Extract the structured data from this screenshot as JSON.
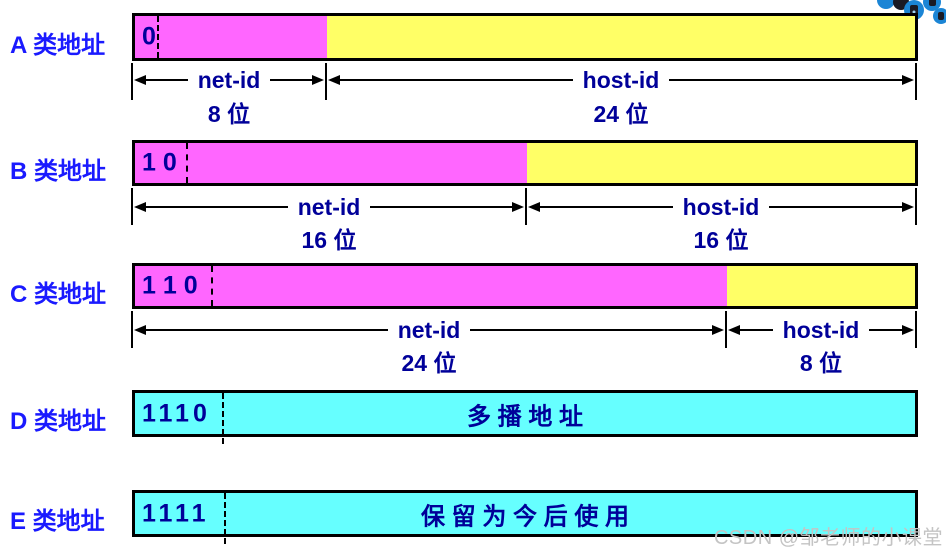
{
  "colors": {
    "net_id_fill": "#ff66ff",
    "host_id_fill": "#ffff66",
    "reserved_fill": "#66ffff",
    "class_label_blue": "#1a1aff",
    "diagram_text_navy": "#000099",
    "border_black": "#000000",
    "watermark_gray": "#c4c4c4",
    "logo_blue": "#1b85d5"
  },
  "rows": [
    {
      "label": "A 类地址",
      "prefix_bits": "0",
      "segments": [
        {
          "name": "net-id",
          "bits_label": "8 位"
        },
        {
          "name": "host-id",
          "bits_label": "24 位"
        }
      ]
    },
    {
      "label": "B 类地址",
      "prefix_bits": "1 0",
      "segments": [
        {
          "name": "net-id",
          "bits_label": "16 位"
        },
        {
          "name": "host-id",
          "bits_label": "16 位"
        }
      ]
    },
    {
      "label": "C 类地址",
      "prefix_bits": "1 1 0",
      "segments": [
        {
          "name": "net-id",
          "bits_label": "24 位"
        },
        {
          "name": "host-id",
          "bits_label": "8 位"
        }
      ]
    },
    {
      "label": "D 类地址",
      "prefix_bits": "1110",
      "content": "多 播 地 址"
    },
    {
      "label": "E 类地址",
      "prefix_bits": "1111",
      "content": "保 留 为 今 后 使 用"
    }
  ],
  "watermark": "CSDN @邹老师的小课堂"
}
